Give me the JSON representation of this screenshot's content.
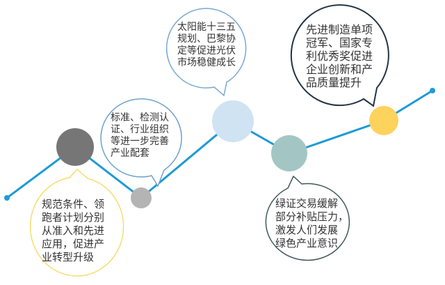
{
  "colors": {
    "line": "#1e9ad6",
    "node1": "#767676",
    "node2": "#b4b4b4",
    "node3": "#cfe3f3",
    "node4": "#a3c6c4",
    "node5": "#fdd35e",
    "bubble1": "#f7dc6f",
    "bubble2": "#6ea2cc",
    "bubble3": "#7aa8d2",
    "bubble4": "#233444",
    "bubble5": "#3e5a58"
  },
  "bubbles": [
    {
      "text": "规范条件、领\n跑者计划分别\n从准入和先进\n应用，促进产\n业转型升级"
    },
    {
      "text": "标准、检测认\n证、行业组织\n等进一步完善\n产业配套"
    },
    {
      "text": "太阳能十三五\n规划、巴黎协\n定等促进光伏\n市场稳健成长"
    },
    {
      "text": "先进制造单项\n冠军、国家专\n利优秀奖促进\n企业创新和产\n品质量提升"
    },
    {
      "text": "绿证交易缓解\n部分补贴压力，\n激发人们发展\n绿色产业意识"
    }
  ]
}
